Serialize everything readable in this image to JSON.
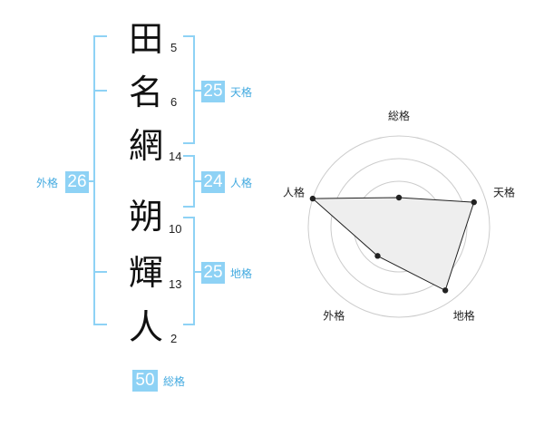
{
  "surname": [
    {
      "char": "田",
      "strokes": "5"
    },
    {
      "char": "名",
      "strokes": "6"
    },
    {
      "char": "網",
      "strokes": "14"
    }
  ],
  "given": [
    {
      "char": "朔",
      "strokes": "10"
    },
    {
      "char": "輝",
      "strokes": "13"
    },
    {
      "char": "人",
      "strokes": "2"
    }
  ],
  "scores": {
    "tenkaku": {
      "label": "天格",
      "value": "25"
    },
    "jinkaku": {
      "label": "人格",
      "value": "24"
    },
    "chikaku": {
      "label": "地格",
      "value": "25"
    },
    "gaikaku": {
      "label": "外格",
      "value": "26"
    },
    "soukaku": {
      "label": "総格",
      "value": "50"
    }
  },
  "colors": {
    "accent": "#8ed2f5",
    "label": "#43aae0",
    "bracket": "#8ed2f5",
    "radar_fill": "#eeeeee"
  },
  "chart_data": {
    "type": "radar",
    "axes": [
      "総格",
      "天格",
      "地格",
      "外格",
      "人格"
    ],
    "levels": 4,
    "values": [
      0.32,
      0.87,
      0.87,
      0.4,
      1.0
    ]
  }
}
